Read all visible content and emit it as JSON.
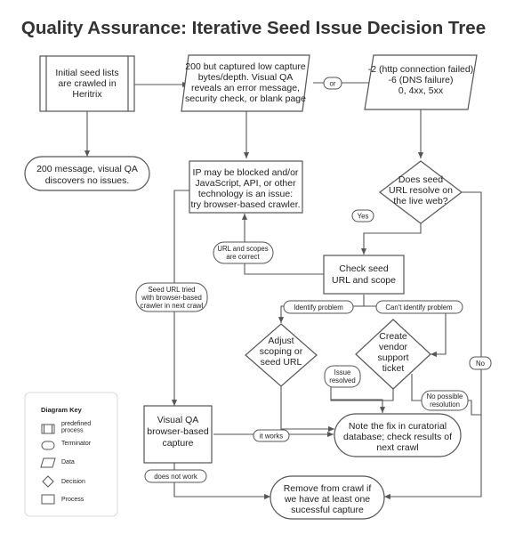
{
  "title": "Quality Assurance: Iterative Seed Issue Decision Tree",
  "nodes": {
    "initial_seed": [
      "Initial seed lists",
      "are crawled in",
      "Heritrix"
    ],
    "captured_low": [
      "200 but captured low capture",
      "bytes/depth. Visual QA",
      "reveals an error message,",
      "security check, or blank page"
    ],
    "http_errors": [
      "-2 (http connection failed)",
      "-6 (DNS failure)",
      "0, 4xx, 5xx"
    ],
    "visual_qa_ok": [
      "200 message, visual QA",
      "discovers no issues."
    ],
    "ip_blocked": [
      "IP may be blocked and/or",
      "JavaScript, API, or other",
      "technology is an issue:",
      "try browser-based crawler."
    ],
    "resolve_live": [
      "Does seed",
      "URL resolve on",
      "the live web?"
    ],
    "check_seed": [
      "Check seed",
      "URL and scope"
    ],
    "adjust_scoping": [
      "Adjust",
      "scoping or",
      "seed URL"
    ],
    "create_ticket": [
      "Create",
      "vendor",
      "support",
      "ticket"
    ],
    "visual_qa_browser": [
      "Visual QA",
      "browser-based",
      "capture"
    ],
    "note_fix": [
      "Note the fix in curatorial",
      "database; check results of",
      "next crawl"
    ],
    "remove_crawl": [
      "Remove from crawl if",
      "we have at least one",
      "sucessful capture"
    ]
  },
  "edge_labels": {
    "or": [
      "or"
    ],
    "yes": [
      "Yes"
    ],
    "no": [
      "No"
    ],
    "url_scopes_correct": [
      "URL and scopes",
      "are correct"
    ],
    "seed_url_tried": [
      "Seed URL tried",
      "with browser-based",
      "crawler in next crawl"
    ],
    "identify_problem": [
      "Identify problem"
    ],
    "cant_identify": [
      "Can't identify problem"
    ],
    "issue_resolved": [
      "Issue",
      "resolved"
    ],
    "no_possible_resolution": [
      "No possible",
      "resolution"
    ],
    "it_works": [
      "it works"
    ],
    "does_not_work": [
      "does not work"
    ]
  },
  "key": {
    "title": "Diagram Key",
    "items": [
      {
        "icon": "predefined-process-icon",
        "lines": [
          "predefined",
          "process"
        ]
      },
      {
        "icon": "terminator-icon",
        "lines": [
          "Terminator"
        ]
      },
      {
        "icon": "data-icon",
        "lines": [
          "Data"
        ]
      },
      {
        "icon": "decision-icon",
        "lines": [
          "Decision"
        ]
      },
      {
        "icon": "process-icon",
        "lines": [
          "Process"
        ]
      }
    ]
  }
}
